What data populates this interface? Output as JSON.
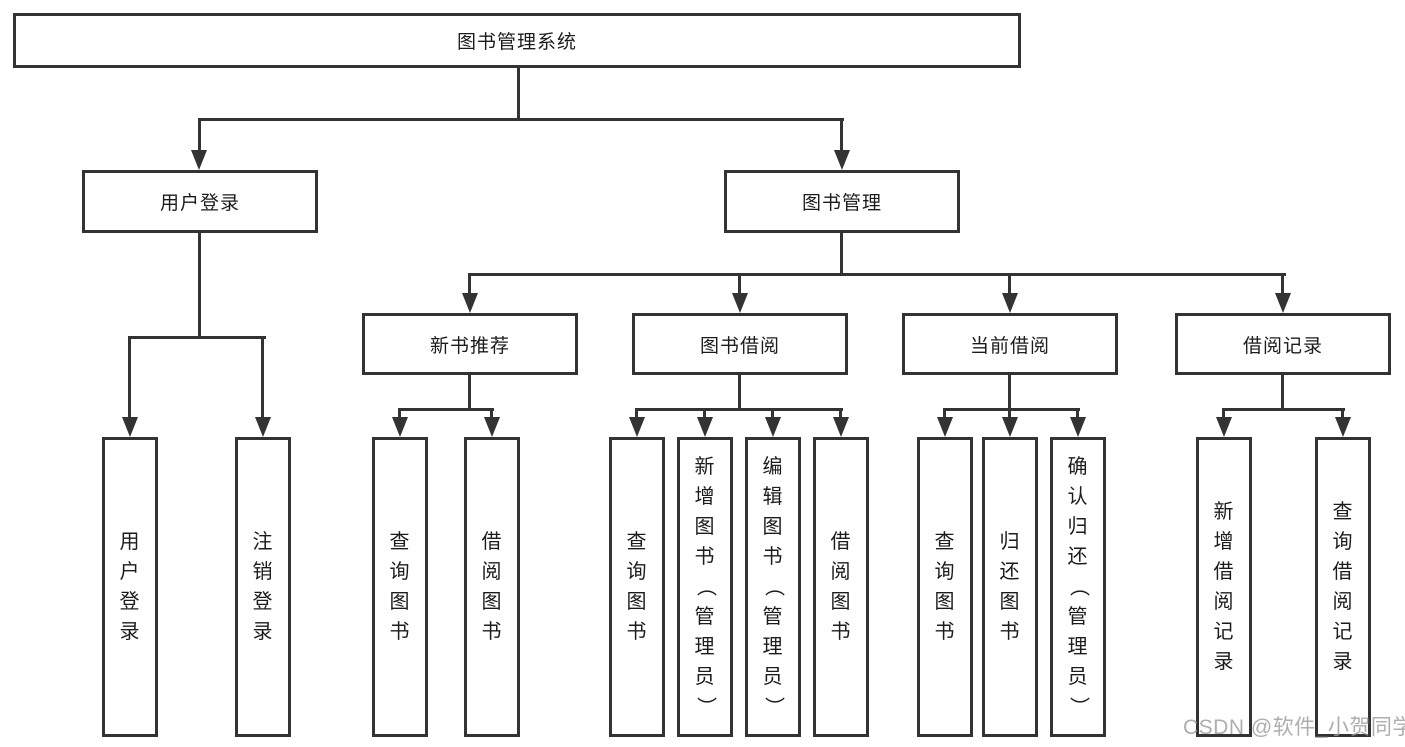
{
  "diagram": {
    "title": "图书管理系统",
    "type": "hierarchy-tree",
    "tree": {
      "label": "图书管理系统",
      "children": [
        {
          "label": "用户登录",
          "children": [
            {
              "label": "用户登录"
            },
            {
              "label": "注销登录"
            }
          ]
        },
        {
          "label": "图书管理",
          "children": [
            {
              "label": "新书推荐",
              "children": [
                {
                  "label": "查询图书"
                },
                {
                  "label": "借阅图书"
                }
              ]
            },
            {
              "label": "图书借阅",
              "children": [
                {
                  "label": "查询图书"
                },
                {
                  "label": "新增图书（管理员）"
                },
                {
                  "label": "编辑图书（管理员）"
                },
                {
                  "label": "借阅图书"
                }
              ]
            },
            {
              "label": "当前借阅",
              "children": [
                {
                  "label": "查询图书"
                },
                {
                  "label": "归还图书"
                },
                {
                  "label": "确认归还（管理员）"
                }
              ]
            },
            {
              "label": "借阅记录",
              "children": [
                {
                  "label": "新增借阅记录"
                },
                {
                  "label": "查询借阅记录"
                }
              ]
            }
          ]
        }
      ]
    },
    "colors": {
      "line": "#333333",
      "text": "#1c1c1c",
      "background": "#ffffff",
      "watermark": "#9a9a9a"
    }
  },
  "watermark": {
    "text": "CSDN @软件_小贺同学"
  }
}
